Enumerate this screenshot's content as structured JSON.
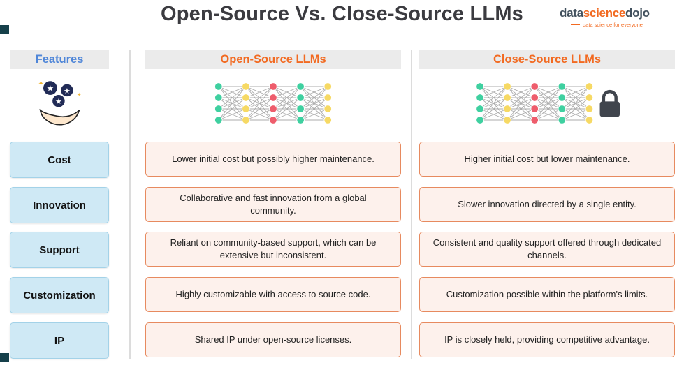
{
  "title": "Open-Source Vs. Close-Source LLMs",
  "logo": {
    "word_data": "data",
    "word_science": "science",
    "word_dojo": "dojo",
    "tagline": "data science for everyone"
  },
  "features": {
    "header": "Features",
    "items": [
      "Cost",
      "Innovation",
      "Support",
      "Customization",
      "IP"
    ]
  },
  "open_source": {
    "header": "Open-Source LLMs",
    "rows": [
      "Lower initial cost but possibly higher maintenance.",
      "Collaborative and fast innovation from a global community.",
      "Reliant on community-based support, which can be extensive but inconsistent.",
      "Highly customizable with access to source code.",
      "Shared IP under open-source licenses."
    ]
  },
  "close_source": {
    "header": "Close-Source LLMs",
    "rows": [
      "Higher initial cost but lower maintenance.",
      "Slower innovation directed by a single entity.",
      "Consistent and quality support offered through dedicated channels.",
      "Customization possible within the platform's limits.",
      "IP is closely held, providing competitive advantage."
    ]
  },
  "icons": {
    "feature_icon": "hand-with-stars-icon",
    "open_network": "neural-network-icon",
    "close_network": "neural-network-locked-icon"
  },
  "colors": {
    "accent_orange": "#f26a21",
    "features_blue": "#4f86d8",
    "header_bar_bg": "#ebebeb",
    "feature_box_bg": "#cfe9f5",
    "feature_box_border": "#a3d2e8",
    "content_box_bg": "#fdf1ec",
    "content_box_border": "#e78a5f",
    "node_green": "#3fd0a0",
    "node_yellow": "#f6d964",
    "node_red": "#ee5d6c",
    "edge_gray": "#ababab",
    "lock": "#40454d",
    "corner_accent": "#16404a",
    "title_color": "#3b3b40"
  }
}
